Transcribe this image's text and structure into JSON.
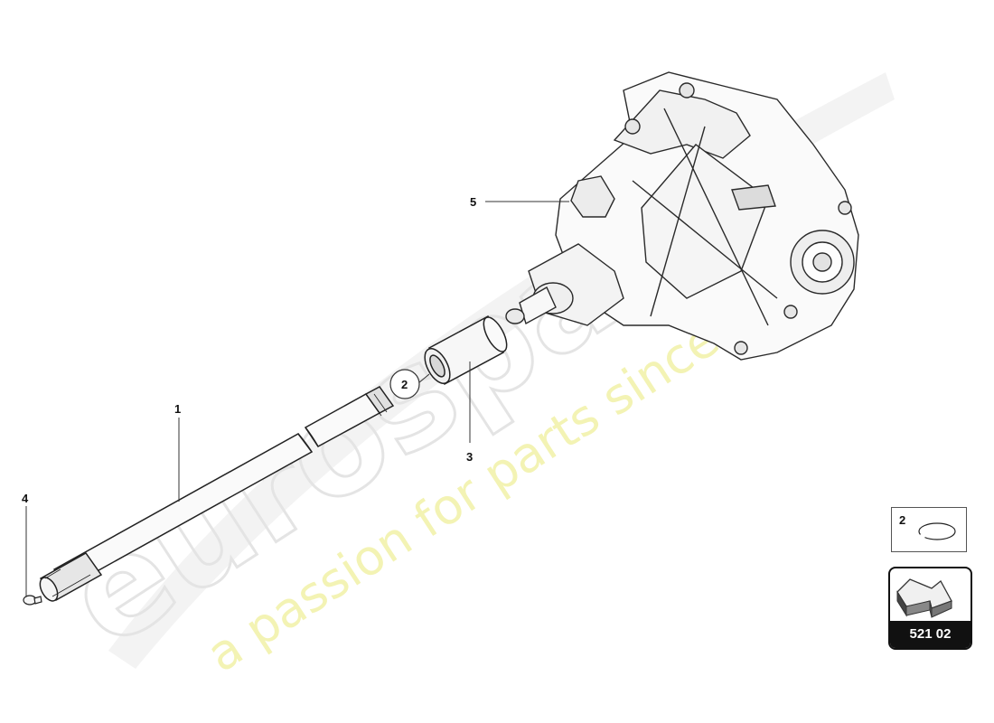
{
  "watermark": {
    "brand": "eurospares",
    "tagline": "a passion for parts since 1985"
  },
  "callouts": {
    "c1": "1",
    "c2": "2",
    "c3": "3",
    "c4": "4",
    "c5": "5"
  },
  "inset": {
    "label": "2"
  },
  "nav": {
    "code": "521 02"
  },
  "colors": {
    "watermark_gray": "#e6e6e6",
    "watermark_yellow": "#f4f4a8",
    "line": "#222222",
    "badge_bg": "#111111"
  }
}
